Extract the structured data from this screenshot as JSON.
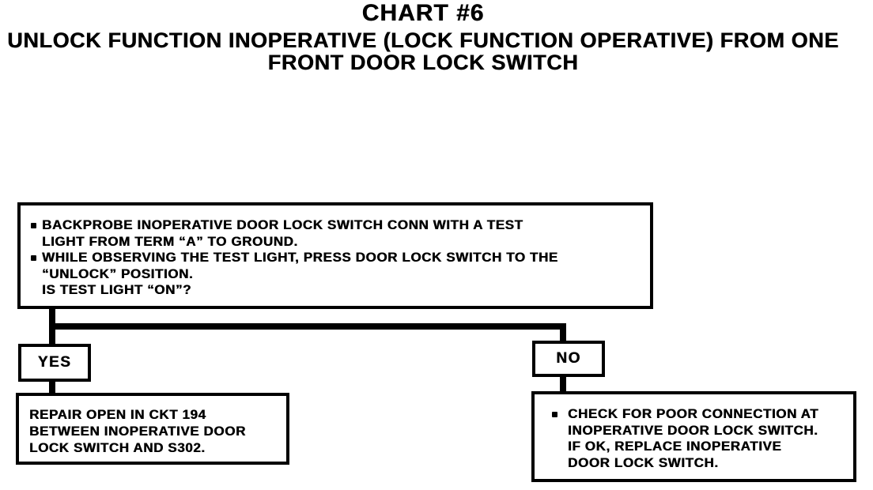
{
  "header": {
    "title": "CHART #6",
    "subtitle_lines": [
      "UNLOCK FUNCTION INOPERATIVE (LOCK FUNCTION OPERATIVE) FROM ONE",
      "FRONT DOOR LOCK SWITCH"
    ]
  },
  "flowchart": {
    "question_box": {
      "lines": [
        {
          "bullet": true,
          "text": "BACKPROBE INOPERATIVE DOOR LOCK SWITCH CONN WITH A TEST"
        },
        {
          "bullet": false,
          "text": "LIGHT FROM TERM “A” TO GROUND."
        },
        {
          "bullet": true,
          "text": "WHILE OBSERVING THE TEST LIGHT, PRESS DOOR LOCK SWITCH TO THE"
        },
        {
          "bullet": false,
          "text": "“UNLOCK” POSITION."
        },
        {
          "bullet": false,
          "text": "IS TEST LIGHT “ON”?"
        }
      ]
    },
    "yes_branch": {
      "label": "YES",
      "result_lines": [
        "REPAIR OPEN IN CKT 194",
        "BETWEEN INOPERATIVE DOOR",
        "LOCK SWITCH AND S302."
      ]
    },
    "no_branch": {
      "label": "NO",
      "result_lines": [
        {
          "bullet": true,
          "text": "CHECK FOR POOR CONNECTION AT"
        },
        {
          "bullet": false,
          "text": "INOPERATIVE DOOR LOCK SWITCH."
        },
        {
          "bullet": false,
          "text": "IF OK, REPLACE INOPERATIVE"
        },
        {
          "bullet": false,
          "text": "DOOR LOCK SWITCH."
        }
      ]
    }
  },
  "colors": {
    "ink": "#000000",
    "paper": "#ffffff"
  }
}
